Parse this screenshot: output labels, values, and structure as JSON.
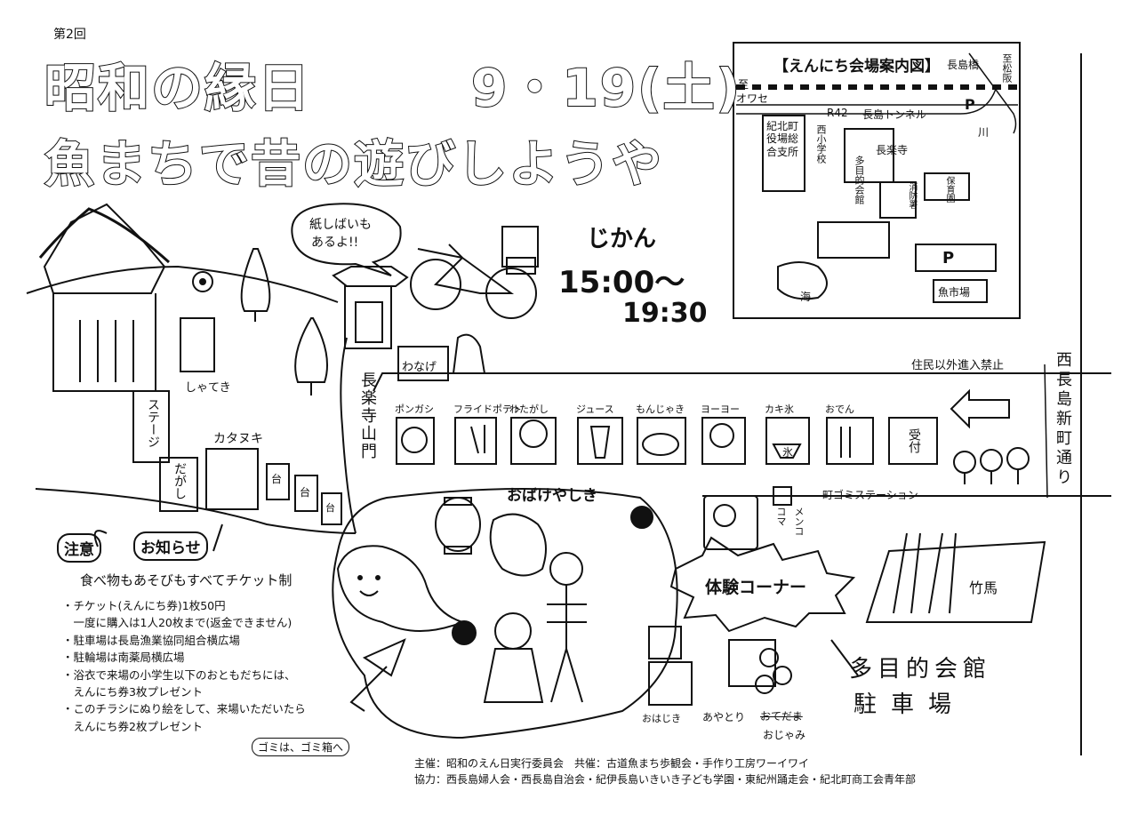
{
  "header": {
    "edition": "第2回",
    "title": "昭和の縁日",
    "date": "9・19(土)",
    "subtitle": "魚まちで昔の遊びしようや"
  },
  "time": {
    "label": "じかん",
    "start": "15:00〜",
    "end": "19:30"
  },
  "speech_bubble": {
    "line1": "紙しばいも",
    "line2": "あるよ!!"
  },
  "inset_map": {
    "title": "【えんにち会場案内図】",
    "labels": {
      "nagashima_bridge": "長島橋",
      "to_owase_prefix": "至",
      "to_owase": "オワセ",
      "to_matsusaka": "至松阪",
      "route": "R42",
      "tunnel": "長島トンネル",
      "town_office": "紀北町役場総合支所",
      "west_school": "西小学校",
      "chorakuji": "長楽寺",
      "hall": "多目的会館",
      "fire_station": "消防署",
      "childcare": "保育園",
      "fish_market": "魚市場",
      "parking": "P",
      "parking2": "P",
      "sea": "海",
      "river": "川"
    }
  },
  "map": {
    "stage": "ステージ",
    "shateki": "しゃてき",
    "katanuki": "カタヌキ",
    "dagashi": "だがし",
    "dai": "台",
    "sanmon": "長楽寺山門",
    "wanage": "わなげ",
    "no_entry": "住民以外進入禁止",
    "street": "西長島新町通り",
    "uketsuke": "受付",
    "obake": "おばけやしき",
    "gomi_station": "町ゴミステーション",
    "koma": "コマ",
    "menko": "メンコ",
    "taiken": "体験コーナー",
    "takeuma": "竹馬",
    "ohajiki": "おはじき",
    "ayatori": "あやとり",
    "otedama": "おてだま",
    "ojami": "おじゃみ",
    "hall_line1": "多目的会館",
    "hall_line2": "駐車場"
  },
  "stalls": [
    {
      "label": "ポンガシ",
      "icon": "pongashi-icon"
    },
    {
      "label": "フライドポテト",
      "icon": "fries-icon"
    },
    {
      "label": "わたがし",
      "icon": "cotton-candy-icon"
    },
    {
      "label": "ジュース",
      "icon": "juice-icon"
    },
    {
      "label": "もんじゃき",
      "icon": "monja-icon"
    },
    {
      "label": "ヨーヨー",
      "icon": "yoyo-icon"
    },
    {
      "label": "カキ氷",
      "icon": "shaved-ice-icon"
    },
    {
      "label": "おでん",
      "icon": "oden-icon"
    }
  ],
  "stall_marks": {
    "ice": "氷"
  },
  "notice": {
    "tag1": "注意",
    "tag2": "お知らせ",
    "main": "食べ物もあそびもすべてチケット制",
    "items": [
      "・チケット(えんにち券)1枚50円",
      "　一度に購入は1人20枚まで(返金できません)",
      "・駐車場は長島漁業協同組合横広場",
      "・駐輪場は南薬局横広場",
      "・浴衣で来場の小学生以下のおともだちには、",
      "　えんにち券3枚プレゼント",
      "・このチラシにぬり絵をして、来場いただいたら",
      "　えんにち券2枚プレゼント"
    ],
    "trash": "ゴミは、ゴミ箱へ"
  },
  "footer": {
    "organizer": "主催：昭和のえん日実行委員会　共催：古道魚まち歩観会・手作り工房ワーイワイ",
    "cooperation": "協力：西長島婦人会・西長島自治会・紀伊長島いきいき子ども学園・東紀州踊走会・紀北町商工会青年部"
  }
}
